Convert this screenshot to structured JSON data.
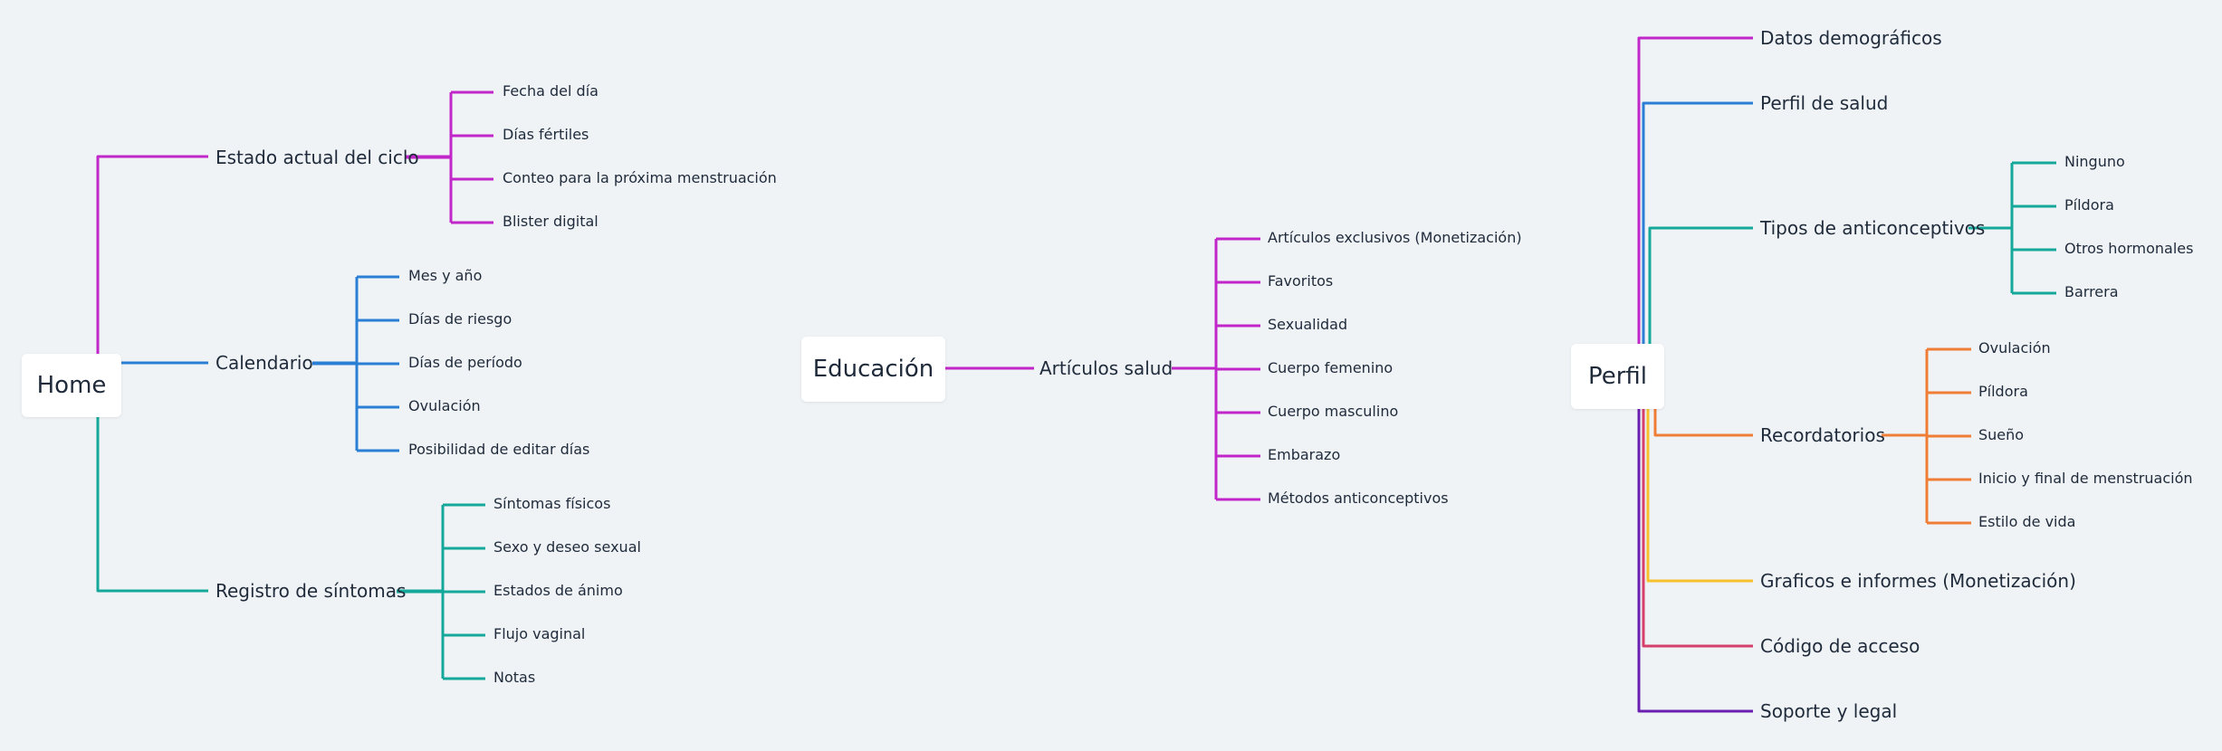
{
  "colors": {
    "background": "#eff3f6",
    "magenta": "#c126c8",
    "blue": "#2a7fd4",
    "teal": "#15a89a",
    "orange": "#ef7d35",
    "yellow": "#f7c02c",
    "red": "#d63f6b",
    "purple": "#6a1fb0"
  },
  "home": {
    "title": "Home",
    "branches": [
      {
        "label": "Estado actual del ciclo",
        "color": "magenta",
        "items": [
          "Fecha del día",
          "Días fértiles",
          "Conteo para la próxima menstruación",
          "Blister digital"
        ]
      },
      {
        "label": "Calendario",
        "color": "blue",
        "items": [
          "Mes y año",
          "Días de riesgo",
          "Días de período",
          "Ovulación",
          "Posibilidad de editar días"
        ]
      },
      {
        "label": "Registro de síntomas",
        "color": "teal",
        "items": [
          "Síntomas físicos",
          "Sexo y deseo sexual",
          "Estados de ánimo",
          "Flujo vaginal",
          "Notas"
        ]
      }
    ]
  },
  "educacion": {
    "title": "Educación",
    "branches": [
      {
        "label": "Artículos salud",
        "color": "magenta",
        "items": [
          "Artículos exclusivos (Monetización)",
          "Favoritos",
          "Sexualidad",
          "Cuerpo femenino",
          "Cuerpo masculino",
          "Embarazo",
          "Métodos anticonceptivos"
        ]
      }
    ]
  },
  "perfil": {
    "title": "Perfil",
    "branches": [
      {
        "label": "Datos demográficos",
        "color": "magenta",
        "items": []
      },
      {
        "label": "Perfil de salud",
        "color": "blue",
        "items": []
      },
      {
        "label": "Tipos de anticonceptivos",
        "color": "teal",
        "items": [
          "Ninguno",
          "Píldora",
          "Otros hormonales",
          "Barrera"
        ]
      },
      {
        "label": "Recordatorios",
        "color": "orange",
        "items": [
          "Ovulación",
          "Píldora",
          "Sueño",
          "Inicio y final de menstruación",
          "Estilo de vida"
        ]
      },
      {
        "label": "Graficos e informes (Monetización)",
        "color": "yellow",
        "items": []
      },
      {
        "label": "Código de acceso",
        "color": "red",
        "items": []
      },
      {
        "label": "Soporte y legal",
        "color": "purple",
        "items": []
      }
    ]
  }
}
